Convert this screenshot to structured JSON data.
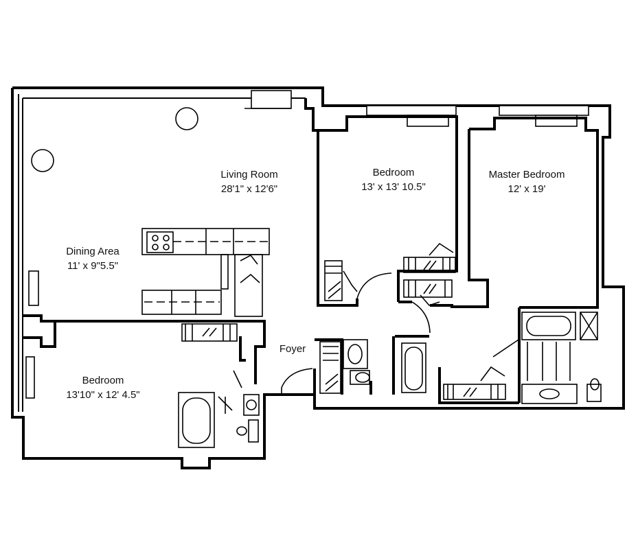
{
  "rooms": {
    "living": {
      "name": "Living Room",
      "dims": "28'1\" x 12'6\""
    },
    "bedroom_center": {
      "name": "Bedroom",
      "dims": "13' x 13' 10.5\""
    },
    "master": {
      "name": "Master Bedroom",
      "dims": "12' x 19'"
    },
    "dining": {
      "name": "Dining Area",
      "dims": "11' x 9\"5.5\""
    },
    "bedroom_left": {
      "name": "Bedroom",
      "dims": "13'10\" x 12' 4.5\""
    },
    "foyer": {
      "name": "Foyer"
    }
  }
}
